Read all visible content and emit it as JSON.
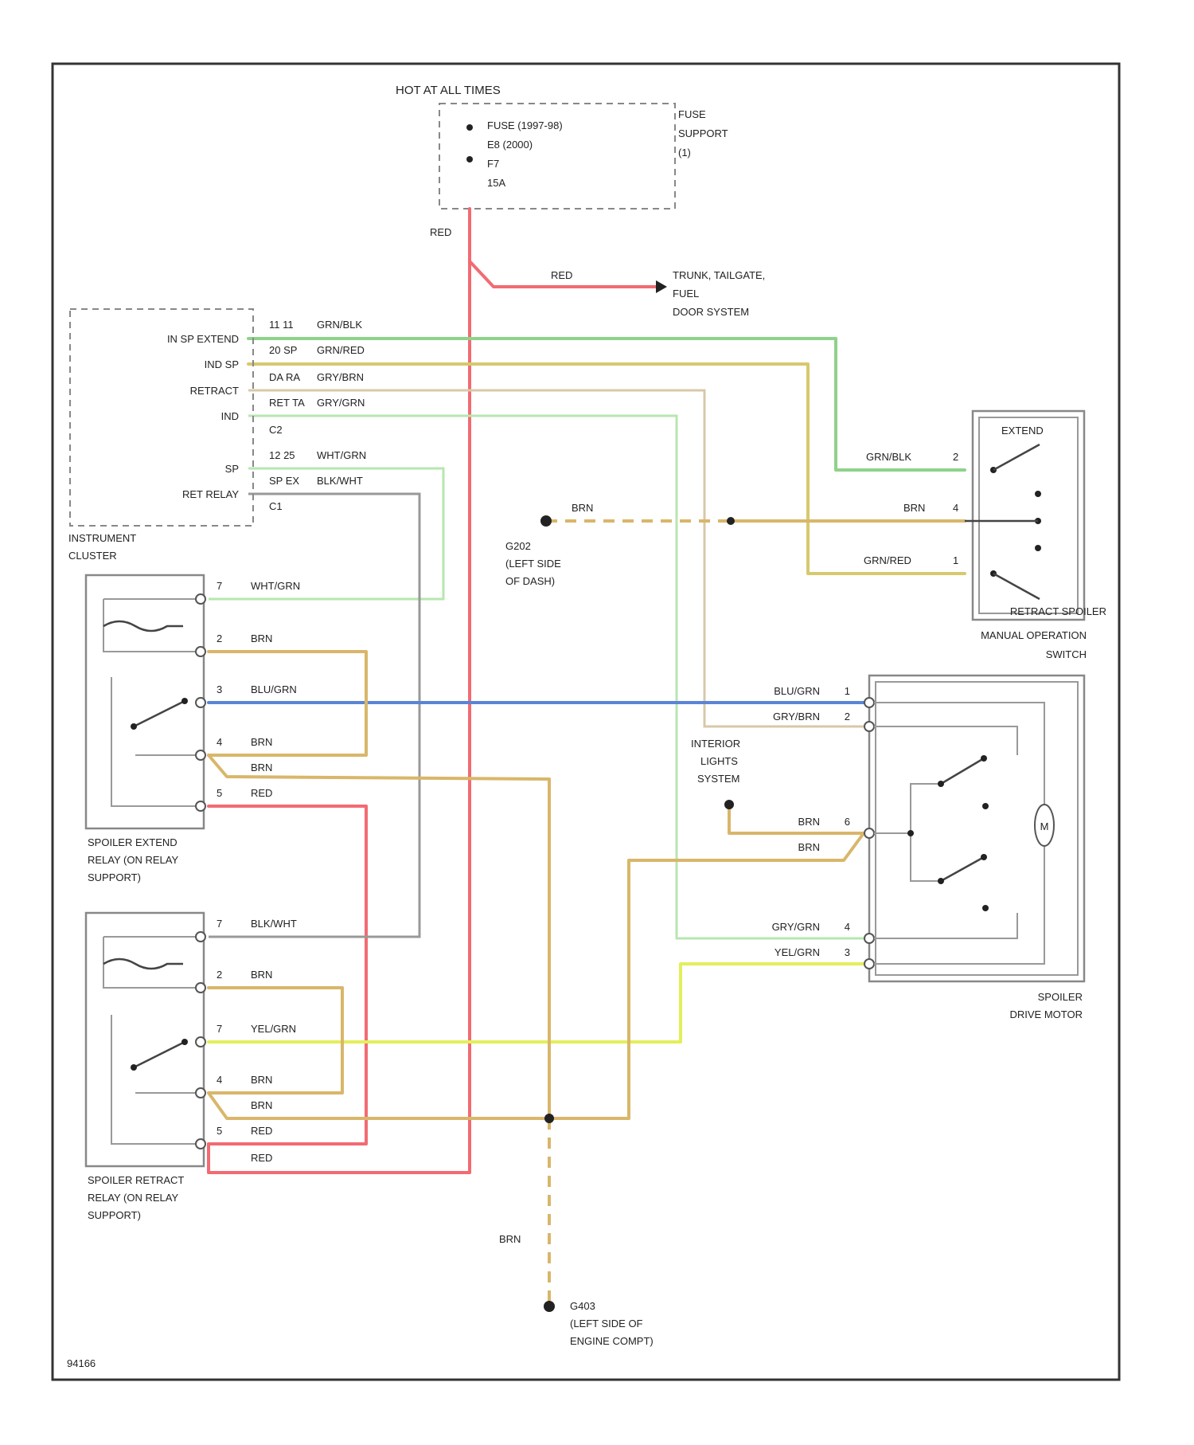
{
  "title_hot": "HOT AT ALL TIMES",
  "fuse": {
    "line1": "FUSE (1997-98)",
    "line2": "E8  (2000)",
    "line3": "F7",
    "line4": "15A",
    "support_label": [
      "FUSE",
      "SUPPORT",
      "(1)"
    ]
  },
  "cluster": {
    "pins": [
      "IN SP EXTEND",
      "IND SP",
      "RETRACT",
      "IND",
      "SP",
      "RET RELAY"
    ],
    "codes": [
      "11 11",
      "20 SP",
      "DA RA",
      "RET TA",
      "C2",
      "12 25",
      "SP EX",
      "C1"
    ],
    "label": [
      "INSTRUMENT",
      "CLUSTER"
    ]
  },
  "wires": {
    "red": "RED",
    "red_trunk": "RED",
    "cl1": "GRN/BLK",
    "cl2": "GRN/RED",
    "cl3": "GRY/BRN",
    "cl4": "GRY/GRN",
    "cl5": "WHT/GRN",
    "cl6": "BLK/WHT",
    "grnblk": "GRN/BLK",
    "brn4": "BRN",
    "grnred": "GRN/RED",
    "ground_brn": "BRN",
    "ground_main_brn": "BRN"
  },
  "trunk": [
    "TRUNK, TAILGATE,",
    "FUEL",
    "DOOR SYSTEM"
  ],
  "ground_top": [
    "G202",
    "(LEFT SIDE",
    "OF DASH)"
  ],
  "ground_bottom": [
    "G403",
    "(LEFT SIDE OF",
    "ENGINE COMPT)"
  ],
  "manual_switch": {
    "extend": "EXTEND",
    "pins": [
      "2",
      "4",
      "1"
    ],
    "label": [
      "RETRACT SPOILER",
      "MANUAL OPERATION",
      "SWITCH"
    ]
  },
  "extend_relay": {
    "pins": [
      "7",
      "2",
      "3",
      "4",
      "5"
    ],
    "wires": [
      "WHT/GRN",
      "BRN",
      "BLU/GRN",
      "BRN",
      "BRN",
      "RED"
    ],
    "label": [
      "SPOILER EXTEND",
      "RELAY (ON RELAY",
      "SUPPORT)"
    ]
  },
  "retract_relay": {
    "pins": [
      "7",
      "2",
      "7",
      "4",
      "5"
    ],
    "wires": [
      "BLK/WHT",
      "BRN",
      "YEL/GRN",
      "BRN",
      "BRN",
      "RED",
      "RED"
    ],
    "label": [
      "SPOILER RETRACT",
      "RELAY (ON RELAY",
      "SUPPORT)"
    ]
  },
  "motor": {
    "pins": [
      "1",
      "2",
      "6",
      "4",
      "3"
    ],
    "wires": [
      "BLU/GRN",
      "GRY/BRN",
      "BRN",
      "BRN",
      "GRY/GRN",
      "YEL/GRN"
    ],
    "m": "M",
    "label": [
      "SPOILER",
      "DRIVE MOTOR"
    ]
  },
  "interior": [
    "INTERIOR",
    "LIGHTS",
    "SYSTEM"
  ],
  "footer_code": "94166",
  "colors": {
    "red": "#f26b72",
    "green": "#8fd28a",
    "lightgreen": "#b7e6b0",
    "tan": "#d9b66a",
    "blue": "#5b84d6",
    "yellow": "#e3ef5a",
    "gray": "#999999"
  }
}
